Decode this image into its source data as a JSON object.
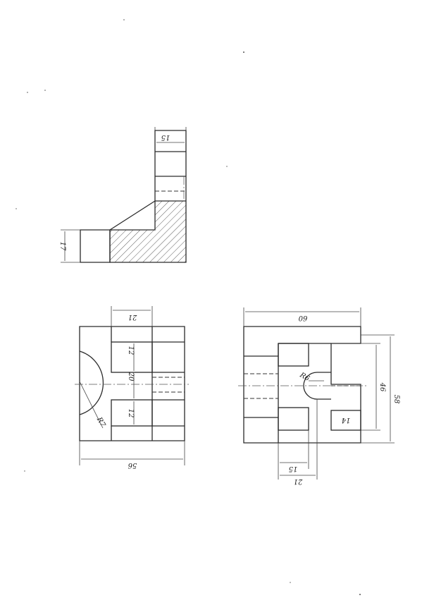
{
  "views": {
    "side": {
      "dim_width": "15",
      "dim_height": "17"
    },
    "front": {
      "dim_top": "21",
      "dim_slot_upper": "12",
      "dim_slot_mid": "20",
      "dim_slot_lower": "12",
      "dim_radius": "R7",
      "dim_bottom": "56"
    },
    "plan": {
      "dim_top": "60",
      "dim_radius": "R6",
      "dim_inner": "46",
      "dim_outer": "58",
      "dim_notch": "14",
      "dim_bottom_inner": "15",
      "dim_bottom_outer": "21"
    }
  }
}
